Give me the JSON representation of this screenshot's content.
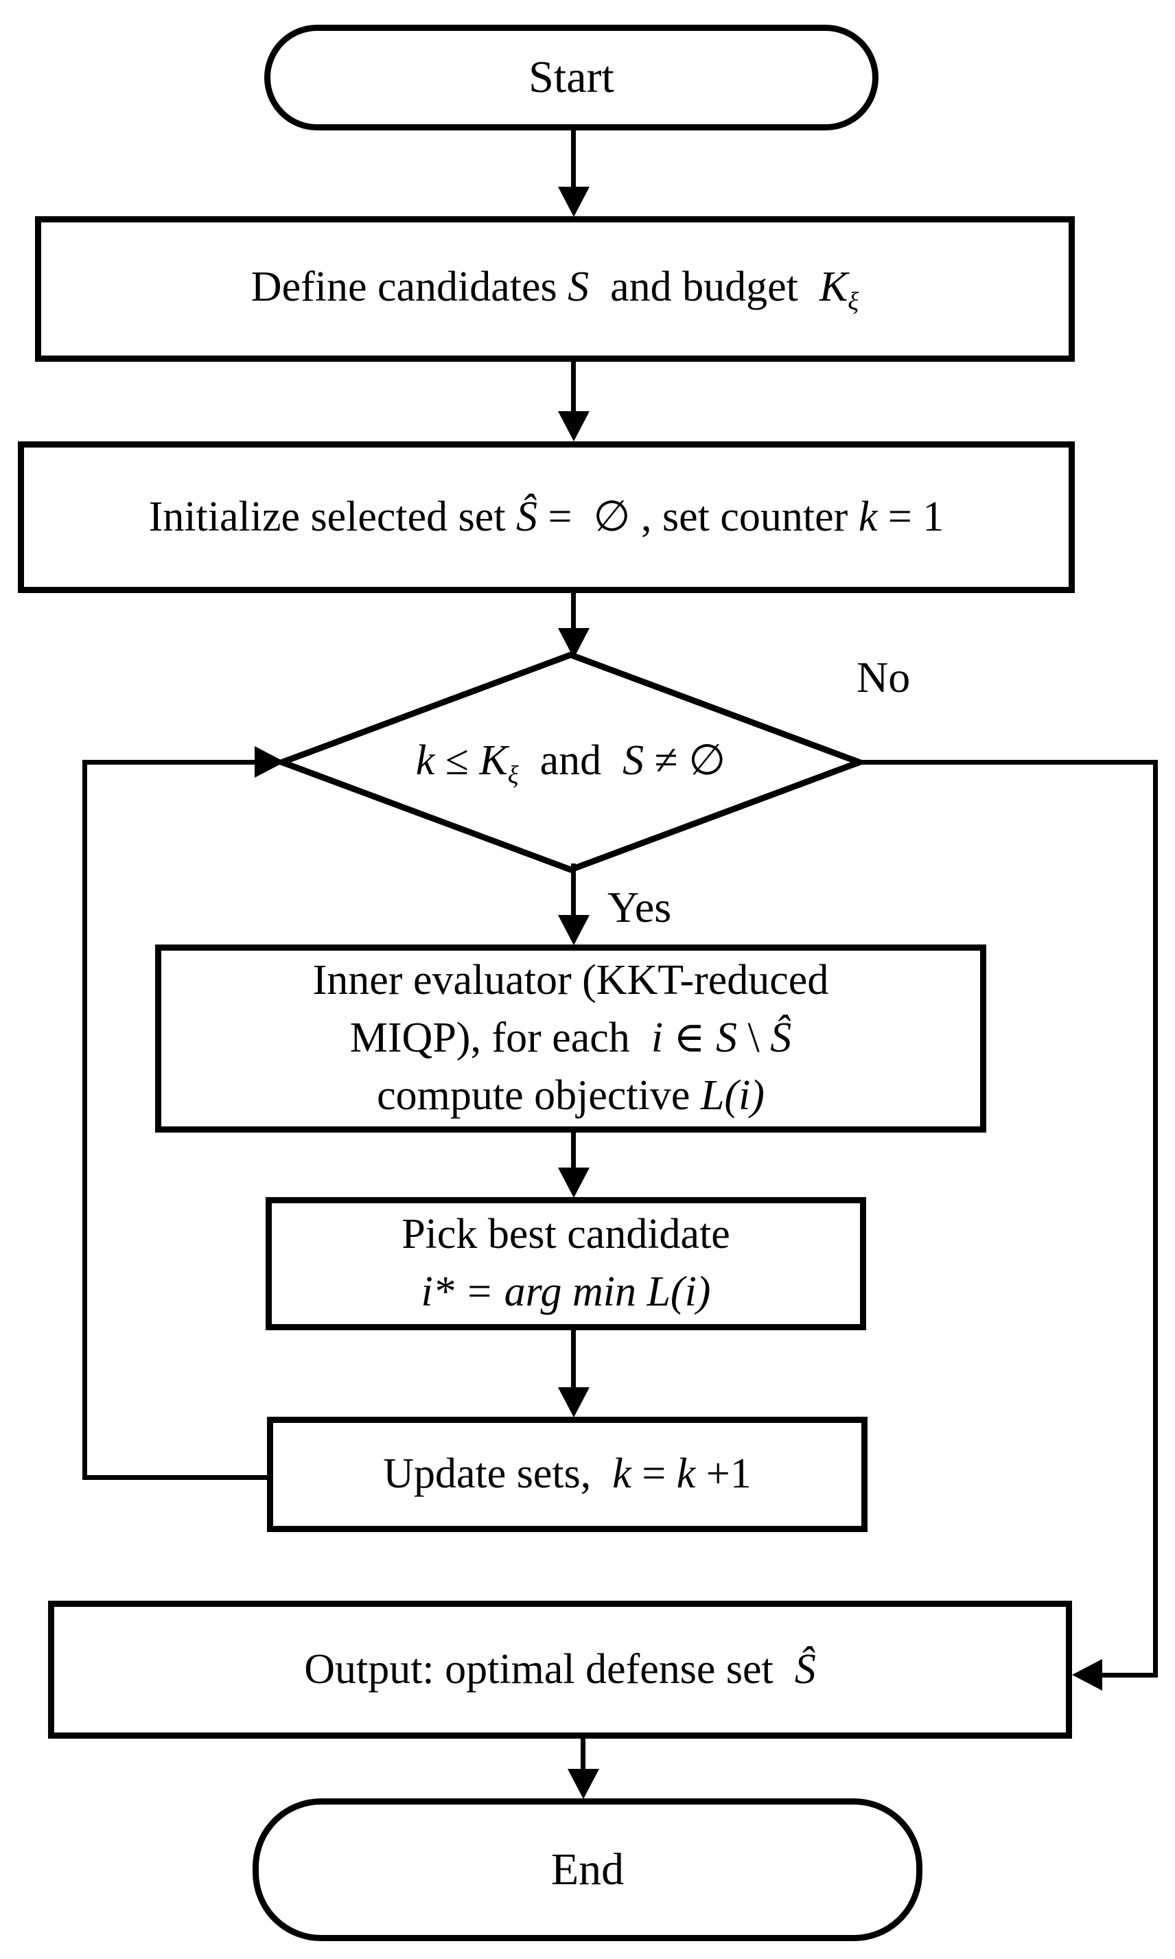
{
  "colors": {
    "line": "#000000",
    "background": "#ffffff"
  },
  "nodes": {
    "start": {
      "label": "Start"
    },
    "define": {
      "segments": [
        "Define candidates ",
        "S",
        "  and budget  ",
        "K",
        "ξ"
      ]
    },
    "initialize": {
      "segments": [
        "Initialize selected set ",
        "Ŝ",
        " =  ∅ , set counter ",
        "k",
        " = 1"
      ]
    },
    "decision": {
      "segments": [
        "k",
        " ≤ ",
        "K",
        "ξ",
        "  and  ",
        "S",
        " ≠ ∅"
      ]
    },
    "inner": {
      "line1": "Inner evaluator (KKT-reduced",
      "line2_segments": [
        "MIQP), for each  ",
        "i",
        " ∈ ",
        "S",
        " \\ ",
        "Ŝ"
      ],
      "line3_segments": [
        "compute objective ",
        "L(i)"
      ]
    },
    "pick": {
      "line1": "Pick best candidate",
      "line2": "i* = arg min L(i)"
    },
    "update": {
      "segments": [
        "Update sets,  ",
        "k",
        " = ",
        "k",
        " +1"
      ]
    },
    "output": {
      "segments": [
        "Output: optimal defense set  ",
        "Ŝ"
      ]
    },
    "end": {
      "label": "End"
    }
  },
  "edges": {
    "yes_label": "Yes",
    "no_label": "No"
  }
}
